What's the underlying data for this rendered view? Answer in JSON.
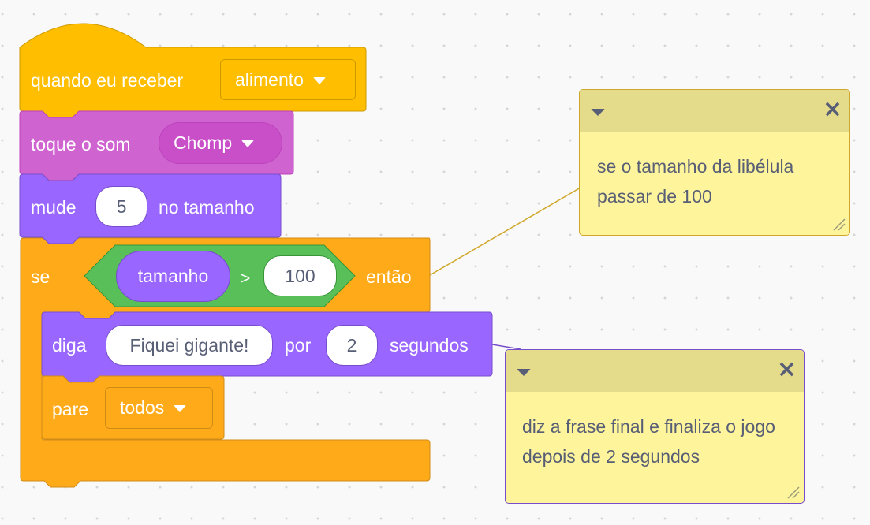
{
  "colors": {
    "events": "#ffbf00",
    "events_border": "#cc9900",
    "sound": "#cf63cf",
    "sound_border": "#bd42bd",
    "looks": "#9966ff",
    "looks_border": "#774dcb",
    "control": "#ffab19",
    "control_border": "#cf8b17",
    "operators": "#59c059",
    "operators_border": "#389438",
    "note_bg": "#fef49c",
    "note_header": "#e5dc8b",
    "text_dark": "#575e75"
  },
  "blocks": {
    "hat": {
      "label": "quando eu receber",
      "dropdown": "alimento"
    },
    "sound": {
      "label": "toque o som",
      "dropdown": "Chomp"
    },
    "size": {
      "label_before": "mude",
      "value": "5",
      "label_after": "no tamanho"
    },
    "if": {
      "label_if": "se",
      "reporter": "tamanho",
      "operator": ">",
      "compare_value": "100",
      "label_then": "então"
    },
    "say": {
      "label_say": "diga",
      "message": "Fiquei gigante!",
      "label_for": "por",
      "seconds": "2",
      "label_seconds": "segundos"
    },
    "stop": {
      "label": "pare",
      "dropdown": "todos"
    }
  },
  "comments": [
    {
      "text": "se o tamanho da libélula passar de 100",
      "close_icon": "×"
    },
    {
      "text": "diz a frase final e finaliza o jogo depois de 2 segundos",
      "close_icon": "×"
    }
  ]
}
